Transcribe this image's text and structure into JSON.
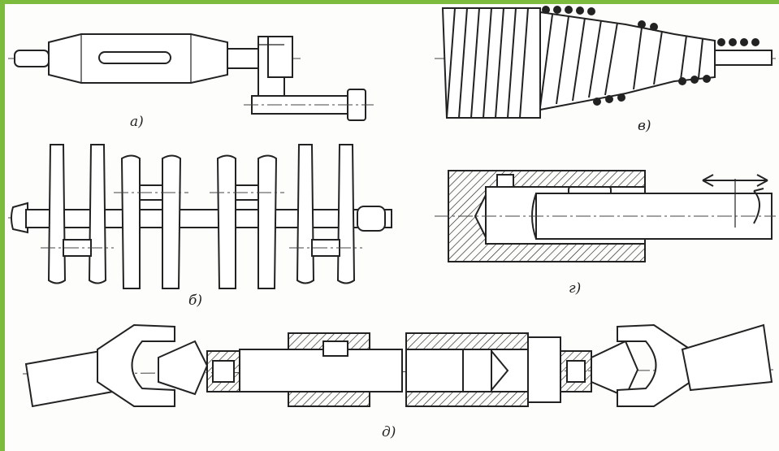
{
  "labels": {
    "a": "а)",
    "b": "б)",
    "v": "в)",
    "g": "г)",
    "d": "д)"
  },
  "colors": {
    "frame": "#7dbb3e",
    "ink": "#222222",
    "paper": "#fdfdfb"
  }
}
